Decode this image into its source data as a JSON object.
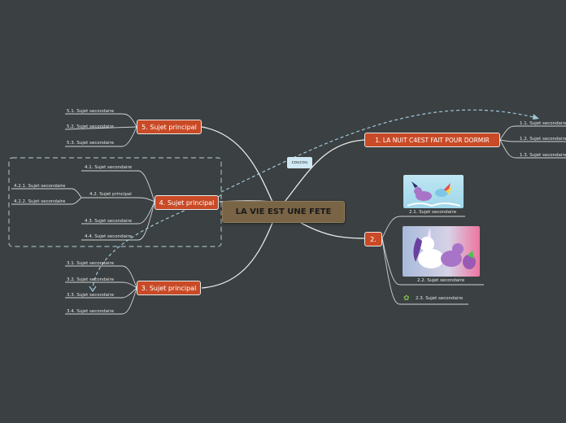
{
  "root": {
    "label": "LA VIE EST UNE FETE"
  },
  "callout": {
    "label": "coucou"
  },
  "branches": {
    "b1": {
      "label": "1. LA NUIT C4EST FAIT POUR DORMIR",
      "subs": [
        "1.1. Sujet secondaire",
        "1.2. Sujet secondaire",
        "1.3. Sujet secondaire"
      ]
    },
    "b2": {
      "label": "2.",
      "subs": [
        "2.1. Sujet secondaire",
        "2.2. Sujet secondaire",
        "2.3. Sujet secondaire"
      ]
    },
    "b3": {
      "label": "3. Sujet principal",
      "subs": [
        "3.1. Sujet secondaire",
        "3.2. Sujet secondaire",
        "3.3. Sujet secondaire",
        "3.4. Sujet secondaire"
      ]
    },
    "b4": {
      "label": "4. Sujet principal",
      "subs": [
        "4.1. Sujet secondaire",
        "4.2. Sujet principal",
        "4.3. Sujet secondaire",
        "4.4. Sujet secondaire"
      ],
      "subsubs": [
        "4.2.1. Sujet secondaire",
        "4.2.2. Sujet secondaire"
      ]
    },
    "b5": {
      "label": "5. Sujet principal",
      "subs": [
        "5.1. Sujet secondaire",
        "5.2. Sujet secondaire",
        "5.3. Sujet secondaire"
      ]
    }
  },
  "colors": {
    "background": "#3b4042",
    "root": "#7a6446",
    "main_topic": "#c94a26",
    "callout": "#cfe8f3"
  },
  "icons": {
    "leaf": "leaf-icon"
  }
}
